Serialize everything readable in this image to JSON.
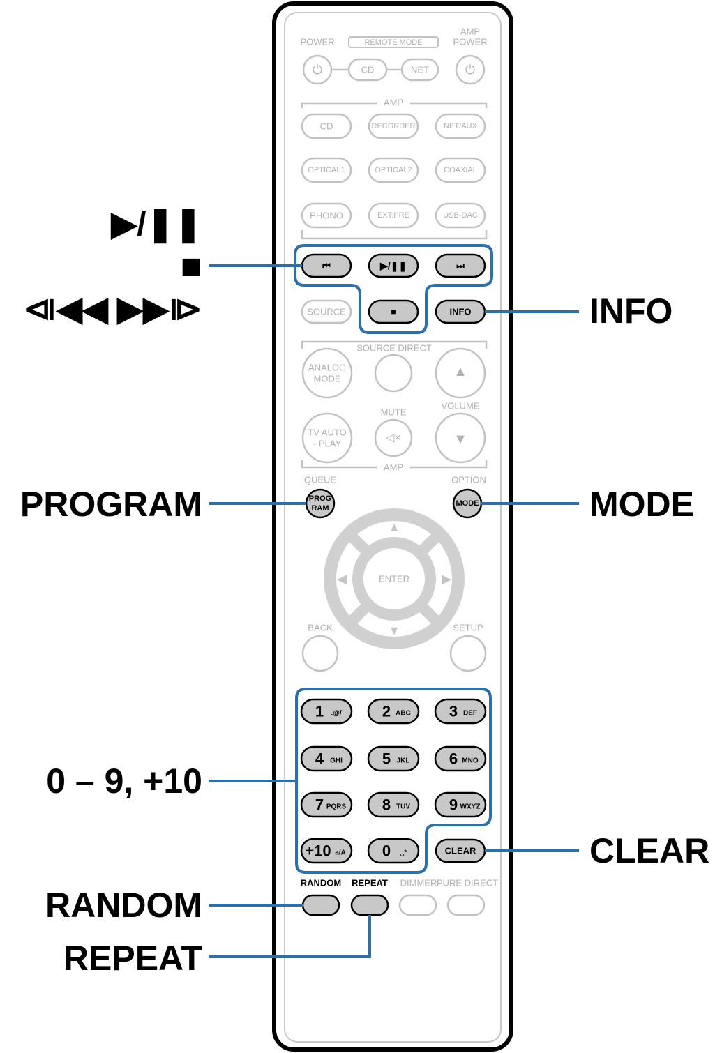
{
  "remote": {
    "top_labels": {
      "power": "POWER",
      "remote_mode": "REMOTE MODE",
      "amp_power": [
        "AMP",
        "POWER"
      ],
      "cd": "CD",
      "net": "NET"
    },
    "section_labels": {
      "amp_top": "AMP",
      "source_direct": "SOURCE DIRECT",
      "mute": "MUTE",
      "volume": "VOLUME",
      "amp_bottom": "AMP",
      "queue": "QUEUE",
      "option": "OPTION",
      "back": "BACK",
      "setup": "SETUP",
      "random": "RANDOM",
      "repeat": "REPEAT",
      "dimmer": "DIMMER",
      "pure_direct": "PURE DIRECT"
    },
    "input_buttons": [
      [
        "CD",
        "RECORDER",
        "NET/AUX"
      ],
      [
        "OPTICAL1",
        "OPTICAL2",
        "COAXIAL"
      ],
      [
        "PHONO",
        "EXT.PRE",
        "USB-DAC"
      ]
    ],
    "source_button": "SOURCE",
    "info_button": "INFO",
    "analog_mode": [
      "ANALOG",
      "MODE"
    ],
    "tv_auto_play": [
      "TV AUTO",
      "- PLAY"
    ],
    "program_button": [
      "PROG",
      "RAM"
    ],
    "mode_button": "MODE",
    "enter_button": "ENTER",
    "clear_button": "CLEAR",
    "numeric_keys": [
      {
        "num": "1",
        "sub": ".@/"
      },
      {
        "num": "2",
        "sub": "ABC"
      },
      {
        "num": "3",
        "sub": "DEF"
      },
      {
        "num": "4",
        "sub": "GHI"
      },
      {
        "num": "5",
        "sub": "JKL"
      },
      {
        "num": "6",
        "sub": "MNO"
      },
      {
        "num": "7",
        "sub": "PQRS"
      },
      {
        "num": "8",
        "sub": "TUV"
      },
      {
        "num": "9",
        "sub": "WXYZ"
      },
      {
        "num": "+10",
        "sub": "a/A"
      },
      {
        "num": "0",
        "sub": "␣*"
      }
    ]
  },
  "callouts": {
    "play_pause": "▶/❚❚",
    "stop": "■",
    "skip": "⧏◀◀   ▶▶⧐",
    "info": "INFO",
    "program": "PROGRAM",
    "mode": "MODE",
    "numbers": "0 – 9, +10",
    "clear": "CLEAR",
    "random": "RANDOM",
    "repeat": "REPEAT"
  },
  "colors": {
    "highlight_line": "#2c6fad",
    "active_button_fill": "#c8c8c8",
    "faded_stroke": "#c2c2c2",
    "faded_text": "#b0b0b0"
  }
}
